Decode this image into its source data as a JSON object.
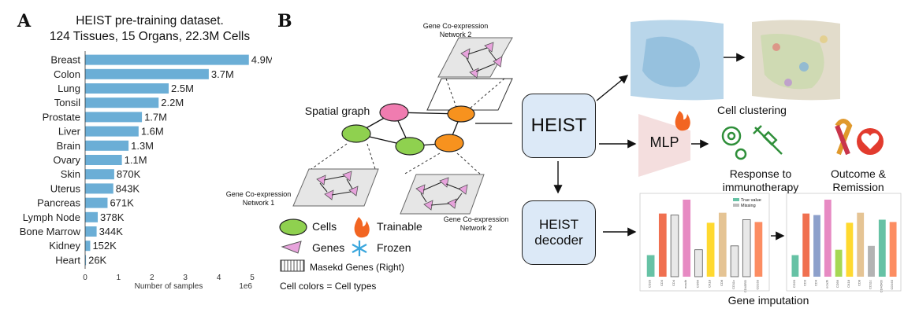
{
  "panel_a": {
    "letter": "A",
    "title_line1": "HEIST pre-training dataset.",
    "title_line2": "124 Tissues, 15 Organs, 22.3M Cells"
  },
  "chart_data": {
    "type": "bar",
    "orientation": "horizontal",
    "title": "HEIST pre-training dataset. 124 Tissues, 15 Organs, 22.3M Cells",
    "xlabel": "Number of samples",
    "x_scale_label": "1e6",
    "xlim": [
      0,
      5
    ],
    "xticks": [
      "0",
      "1",
      "2",
      "3",
      "4",
      "5"
    ],
    "bar_color": "#6baed6",
    "categories": [
      "Breast",
      "Colon",
      "Lung",
      "Tonsil",
      "Prostate",
      "Liver",
      "Brain",
      "Ovary",
      "Skin",
      "Uterus",
      "Pancreas",
      "Lymph Node",
      "Bone Marrow",
      "Kidney",
      "Heart"
    ],
    "values": [
      4.9,
      3.7,
      2.5,
      2.2,
      1.7,
      1.6,
      1.3,
      1.1,
      0.87,
      0.843,
      0.671,
      0.378,
      0.344,
      0.152,
      0.026
    ],
    "value_labels": [
      "4.9M",
      "3.7M",
      "2.5M",
      "2.2M",
      "1.7M",
      "1.6M",
      "1.3M",
      "1.1M",
      "870K",
      "843K",
      "671K",
      "378K",
      "344K",
      "152K",
      "26K"
    ]
  },
  "panel_b": {
    "letter": "B",
    "spatial_graph": "Spatial graph",
    "net_top_line1": "Gene Co-expression",
    "net_top_line2": "Network 2",
    "net_left_line1": "Gene Co-expression",
    "net_left_line2": "Network 1",
    "net_right_line1": "Gene Co-expression",
    "net_right_line2": "Network 2",
    "legend_cells": "Cells",
    "legend_genes": "Genes",
    "legend_trainable": "Trainable",
    "legend_frozen": "Frozen",
    "legend_masked": "Masekd Genes (Right)",
    "legend_colors": "Cell colors = Cell types",
    "heist_label": "HEIST",
    "decoder_line1": "HEIST",
    "decoder_line2": "decoder",
    "mlp_label": "MLP",
    "cell_clustering": "Cell clustering",
    "response_line1": "Response to",
    "response_line2": "immunotherapy",
    "outcome_line1": "Outcome &",
    "outcome_line2": "Remission",
    "gene_imputation": "Gene imputation",
    "imputation_legend_true": "True value",
    "imputation_legend_missing": "Missing",
    "gene_ticks": [
      "CD20",
      "CD3",
      "CD4",
      "ecadh",
      "CD56",
      "CK18",
      "CD8",
      "CD11c",
      "CD45RO",
      "CD163"
    ]
  },
  "colors": {
    "heist_fill": "#dce9f7",
    "cell_green": "#8fd14f",
    "cell_pink": "#f07cb0",
    "cell_orange": "#f7921e",
    "gene_pink": "#e7a3dc",
    "flame": "#f26522",
    "snowflake": "#3aa6dd",
    "icon_green": "#2f8f3a"
  }
}
